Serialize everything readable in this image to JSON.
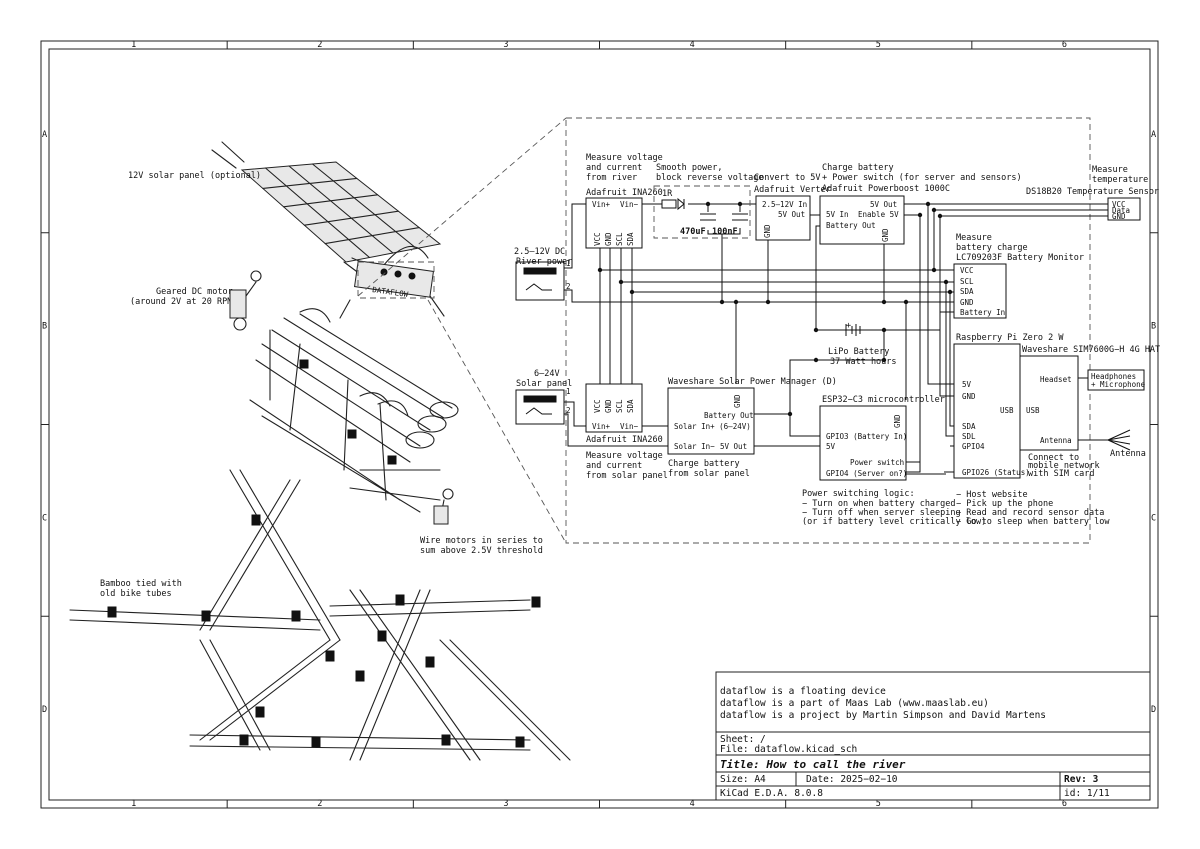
{
  "frame": {
    "cols": [
      "1",
      "2",
      "3",
      "4",
      "5",
      "6"
    ],
    "rows": [
      "A",
      "B",
      "C",
      "D"
    ]
  },
  "sketch": {
    "solar_panel_label": "12V solar panel (optional)",
    "motor_label_1": "Geared DC motor",
    "motor_label_2": "(around 2V at 20 RPM)",
    "series_note_1": "Wire motors in series to",
    "series_note_2": "sum above 2.5V threshold",
    "bamboo_label_1": "Bamboo tied with",
    "bamboo_label_2": "old bike tubes",
    "device_text": "DATAFLOW"
  },
  "schematic": {
    "river_power_1": "2.5–12V DC",
    "river_power_2": "River power",
    "solar_power_1": "6–24V",
    "solar_power_2": "Solar panel",
    "pin1": "1",
    "pin2": "2",
    "ina_top": {
      "note_1": "Measure voltage",
      "note_2": "and current",
      "note_3": "from river",
      "name": "Adafruit INA260",
      "vin_plus": "Vin+",
      "vin_minus": "Vin−",
      "pins": [
        "VCC",
        "GND",
        "SCL",
        "SDA"
      ]
    },
    "smoothing": {
      "note_1": "Smooth power,",
      "note_2": "block reverse voltage",
      "resistor": "1R",
      "cap1": "470uF",
      "cap2": "100nF"
    },
    "verter": {
      "note": "Convert to 5V",
      "name": "Adafruit Verter",
      "in": "2.5–12V In",
      "out": "5V Out",
      "gnd": "GND"
    },
    "powerboost": {
      "note_1": "Charge battery",
      "note_2": "+ Power switch (for server and sensors)",
      "name": "Adafruit Powerboost 1000C",
      "v5_out": "5V Out",
      "v5_in": "5V In",
      "enable": "Enable 5V",
      "batt_out": "Battery Out",
      "gnd": "GND"
    },
    "temp": {
      "note_1": "Measure",
      "note_2": "temperature",
      "name": "DS18B20 Temperature Sensor",
      "vcc": "VCC",
      "data": "Data",
      "gnd": "GND"
    },
    "battmon": {
      "note_1": "Measure",
      "note_2": "battery charge",
      "name": "LC709203F Battery Monitor",
      "pins": [
        "VCC",
        "SCL",
        "SDA",
        "GND",
        "Battery In"
      ]
    },
    "lipo": {
      "label_1": "LiPo Battery",
      "label_2": "37 Watt hours"
    },
    "rpi": {
      "name": "Raspberry Pi Zero 2 W",
      "v5": "5V",
      "gnd": "GND",
      "sda": "SDA",
      "sdl": "SDL",
      "gpio4": "GPIO4",
      "gpio26": "GPIO26 (Status)",
      "usb": "USB"
    },
    "sim": {
      "name": "Waveshare SIM7600G−H 4G HAT",
      "headset": "Headset",
      "usb": "USB",
      "antenna": "Antenna"
    },
    "headphones_1": "Headphones",
    "headphones_2": "+ Microphone",
    "antenna_label": "Antenna",
    "mobile_note_1": "Connect to",
    "mobile_note_2": "mobile network",
    "mobile_note_3": "with SIM card",
    "ina_bottom": {
      "name": "Adafruit INA260",
      "note_1": "Measure voltage",
      "note_2": "and current",
      "note_3": "from solar panel",
      "vin_plus": "Vin+",
      "vin_minus": "Vin−",
      "pins": [
        "VCC",
        "GND",
        "SCL",
        "SDA"
      ]
    },
    "solar_mgr": {
      "name": "Waveshare Solar Power Manager (D)",
      "batt_out": "Battery Out",
      "gnd": "GND",
      "solar_in_plus": "Solar In+ (6–24V)",
      "solar_in_minus": "Solar In−",
      "v5_out": "5V Out",
      "note_1": "Charge battery",
      "note_2": "from solar panel"
    },
    "esp32": {
      "name": "ESP32−C3 microcontroller",
      "gnd": "GND",
      "gpio3": "GPIO3 (Battery In)",
      "v5": "5V",
      "power_switch": "Power switch",
      "gpio4": "GPIO4 (Server on?)"
    },
    "logic": {
      "title": "Power switching logic:",
      "l1": "− Turn on when battery charged",
      "l2": "− Turn off when server sleeping",
      "l3": "(or if battery level critically low)"
    },
    "tasks": {
      "l1": "− Host website",
      "l2": "− Pick up the phone",
      "l3": "− Read and record sensor data",
      "l4": "− Go to sleep when battery low"
    }
  },
  "title_block": {
    "line1": "dataflow is a floating device",
    "line2": "dataflow is a part of Maas Lab (www.maaslab.eu)",
    "line3": "dataflow is a project by Martin Simpson and David Martens",
    "sheet": "Sheet: /",
    "file": "File: dataflow.kicad_sch",
    "title": "Title: How to call the river",
    "size": "Size: A4",
    "date": "Date: 2025−02−10",
    "rev": "Rev: 3",
    "tool": "KiCad E.D.A. 8.0.8",
    "id": "id: 1/11"
  }
}
